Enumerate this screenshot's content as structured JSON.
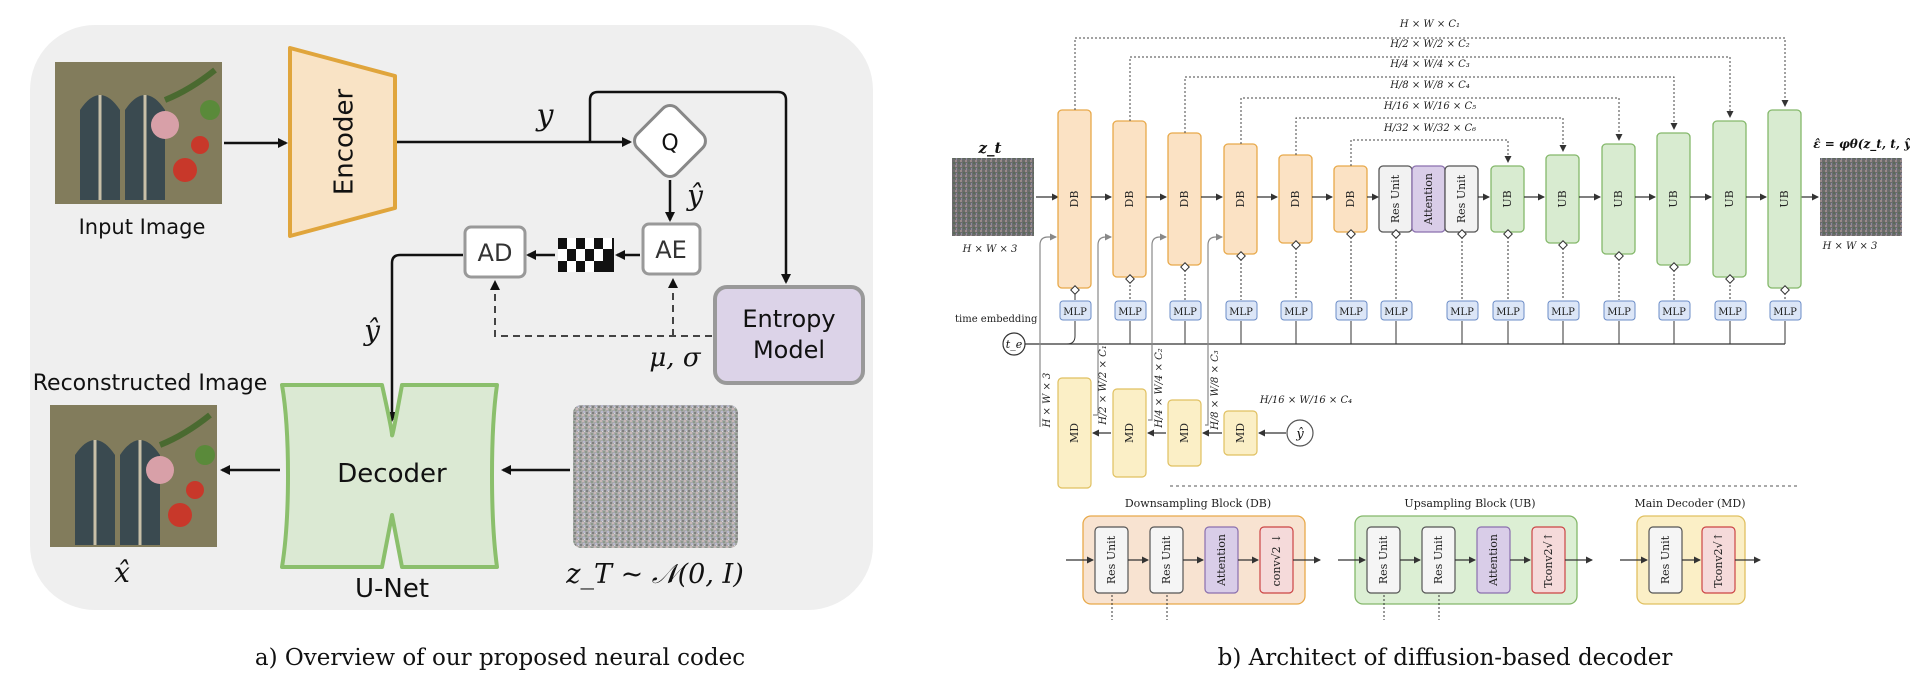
{
  "panel_a": {
    "input_image": "Input Image",
    "encoder": "Encoder",
    "y": "y",
    "q": "Q",
    "y_hat": "ŷ",
    "ae": "AE",
    "ad": "AD",
    "y_hat_left": "ŷ",
    "entropy_line1": "Entropy",
    "entropy_line2": "Model",
    "mu_sigma": "μ, σ",
    "reconstructed": "Reconstructed Image",
    "decoder": "Decoder",
    "unet": "U-Net",
    "x_hat": "x̂",
    "noise": "z_T ~ 𝒩(0, I)",
    "caption": "a) Overview of our proposed neural codec"
  },
  "panel_b": {
    "zt": "z_t",
    "hw3_in": "H × W × 3",
    "hw3_out": "H × W × 3",
    "eps": "ε̂ = φθ(z_t, t, ŷ)",
    "time_embedding": "time embedding",
    "te": "t_e",
    "db": "DB",
    "ub": "UB",
    "md": "MD",
    "mlp": "MLP",
    "res_unit": "Res Unit",
    "attention": "Attention",
    "skip_labels": [
      "H × W × C₁",
      "H/2 × W/2 × C₂",
      "H/4 × W/4 × C₃",
      "H/8 × W/8 × C₄",
      "H/16 × W/16 × C₅",
      "H/32 × W/32 × C₆"
    ],
    "md_labels": [
      "H × W × 3",
      "H/2 × W/2 × C₁",
      "H/4 × W/4 × C₂",
      "H/8 × W/8 × C₃"
    ],
    "md_in_label": "H/16 × W/16 × C₄",
    "yhat": "ŷ",
    "legend_db_title": "Downsampling Block (DB)",
    "legend_ub_title": "Upsampling Block (UB)",
    "legend_md_title": "Main Decoder (MD)",
    "conv_down": "conv√2 ↓",
    "tconv_up": "Tconv2√↑",
    "caption": "b) Architect of diffusion-based decoder"
  }
}
